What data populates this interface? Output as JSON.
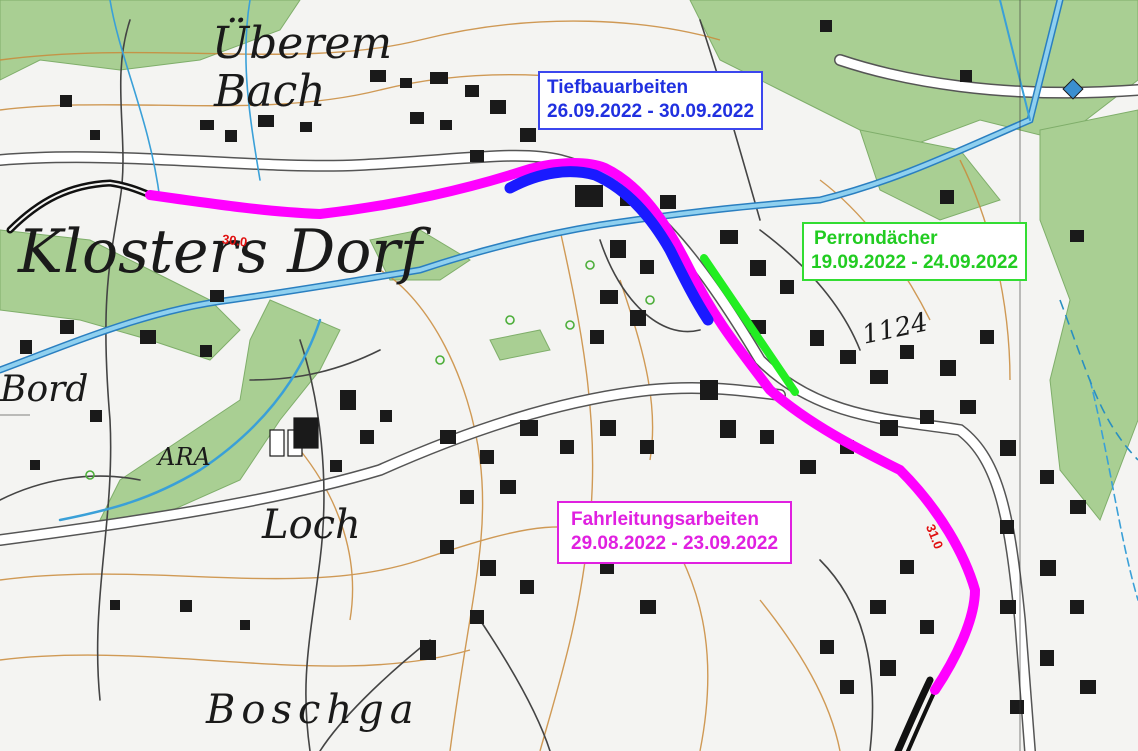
{
  "map": {
    "place_names": {
      "uberem": "Überem",
      "bach": "Bach",
      "klosters_dorf": "Klosters Dorf",
      "bord": "Bord",
      "ara": "ARA",
      "loch": "Loch",
      "boschga": "Boschga",
      "elevation": "1124"
    },
    "km_markers": {
      "km_300": "30.0",
      "km_310": "31.0"
    }
  },
  "callouts": {
    "tiefbau": {
      "title": "Tiefbauarbeiten",
      "dates": "26.09.2022 - 30.09.2022",
      "color": "#2030e0"
    },
    "perron": {
      "title": "Perrondächer",
      "dates": "19.09.2022 - 24.09.2022",
      "color": "#22cc22"
    },
    "fahrleitung": {
      "title": "Fahrleitungsarbeiten",
      "dates": "29.08.2022 - 23.09.2022",
      "color": "#e020e0"
    }
  },
  "colors": {
    "magenta": "#ff00ff",
    "blue": "#1a1aff",
    "green": "#22ee22",
    "river": "#3aa0d8",
    "forest": "#a9cf93",
    "contour": "#c98a3a",
    "rail": "#111111",
    "building": "#1a1a1a",
    "road": "#ffffff"
  },
  "legend_icons": [
    "rail-line-icon",
    "building-icon",
    "river-icon",
    "forest-icon",
    "contour-line-icon"
  ]
}
